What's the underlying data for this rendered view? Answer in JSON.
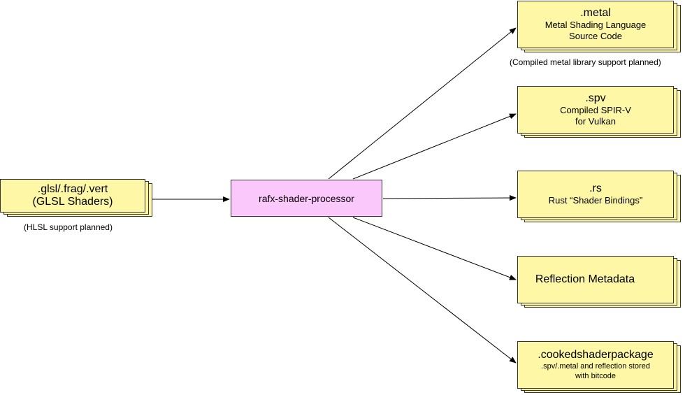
{
  "input": {
    "title": ".glsl/.frag/.vert",
    "subtitle": "(GLSL Shaders)",
    "note": "(HLSL support planned)"
  },
  "processor": {
    "label": "rafx-shader-processor"
  },
  "outputs": [
    {
      "title": ".metal",
      "lines": [
        "Metal Shading Language",
        "Source Code"
      ],
      "note": "(Compiled metal library support planned)"
    },
    {
      "title": ".spv",
      "lines": [
        "Compiled SPIR-V",
        "for Vulkan"
      ]
    },
    {
      "title": ".rs",
      "lines": [
        "Rust “Shader Bindings”"
      ]
    },
    {
      "title": "Reflection Metadata",
      "lines": []
    },
    {
      "title": ".cookedshaderpackage",
      "lines": [
        ".spv/.metal and reflection stored",
        "with bitcode"
      ]
    }
  ],
  "colors": {
    "card_fill": "#fdf7a6",
    "processor_fill": "#fbc8fb",
    "line": "#000000"
  }
}
